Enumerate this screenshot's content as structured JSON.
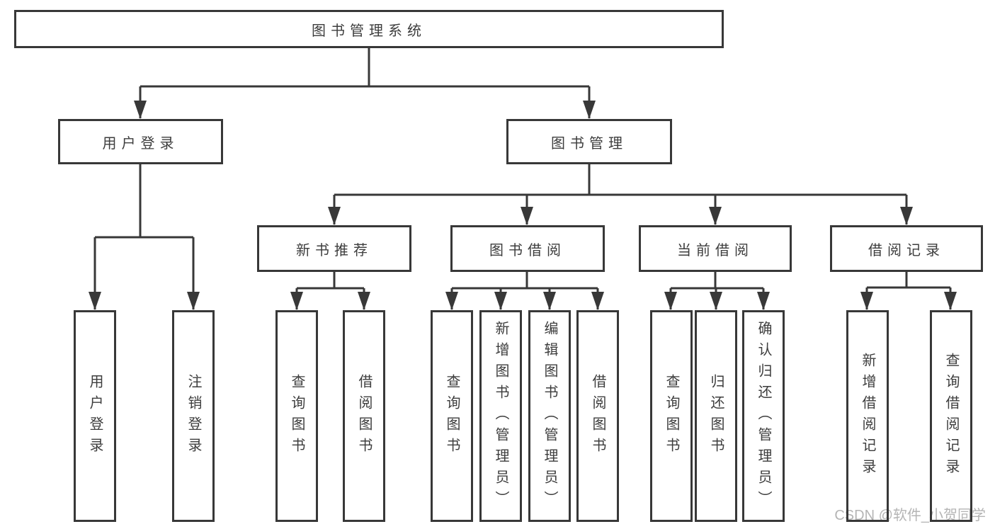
{
  "diagram": {
    "root": {
      "label": "图书管理系统"
    },
    "branches": [
      {
        "label": "用户登录",
        "children": [
          {
            "label": "用户登录"
          },
          {
            "label": "注销登录"
          }
        ]
      },
      {
        "label": "图书管理",
        "children": [
          {
            "label": "新书推荐",
            "children": [
              {
                "label": "查询图书"
              },
              {
                "label": "借阅图书"
              }
            ]
          },
          {
            "label": "图书借阅",
            "children": [
              {
                "label": "查询图书"
              },
              {
                "label": "新增图书（管理员）"
              },
              {
                "label": "编辑图书（管理员）"
              },
              {
                "label": "借阅图书"
              }
            ]
          },
          {
            "label": "当前借阅",
            "children": [
              {
                "label": "查询图书"
              },
              {
                "label": "归还图书"
              },
              {
                "label": "确认归还（管理员）"
              }
            ]
          },
          {
            "label": "借阅记录",
            "children": [
              {
                "label": "新增借阅记录"
              },
              {
                "label": "查询借阅记录"
              }
            ]
          }
        ]
      }
    ]
  },
  "watermark": {
    "text": "CSDN @软件_小贺同学",
    "color": "#b5b5b5"
  },
  "colors": {
    "line": "#383838",
    "box_border": "#383838",
    "box_fill": "#ffffff",
    "text": "#3d3d3d",
    "background": "#ffffff"
  }
}
